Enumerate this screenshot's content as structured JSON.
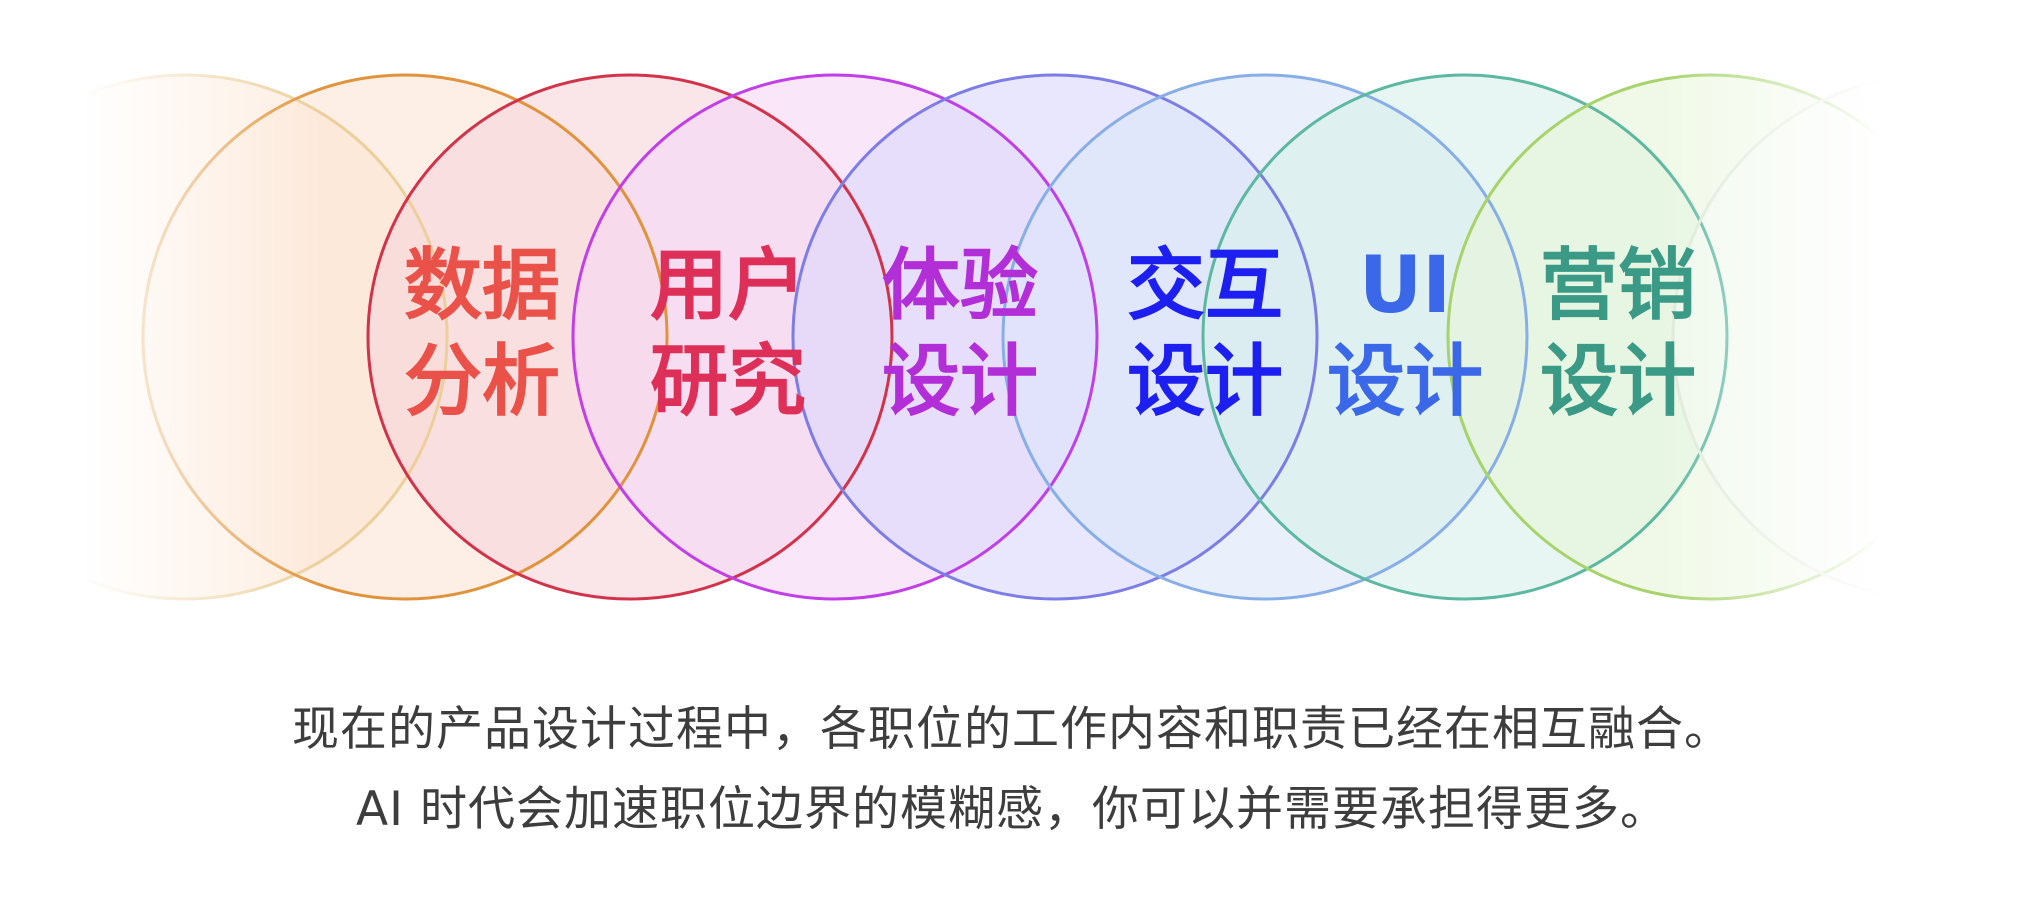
{
  "circles": [
    {
      "id": "fade-left",
      "label": [],
      "stroke": "#eccf9a",
      "fill": "#fde3cf",
      "text_color": ""
    },
    {
      "id": "data-analysis",
      "label": [
        "数据",
        "分析"
      ],
      "stroke": "#e0933a",
      "fill": "#fbe5d5",
      "text_color": "#ea5148"
    },
    {
      "id": "user-research",
      "label": [
        "用户",
        "研究"
      ],
      "stroke": "#d2334a",
      "fill": "#f7d5dc",
      "text_color": "#dd2f57"
    },
    {
      "id": "experience-design",
      "label": [
        "体验",
        "设计"
      ],
      "stroke": "#c03fe8",
      "fill": "#f5d8f6",
      "text_color": "#b22fd8"
    },
    {
      "id": "interaction-design",
      "label": [
        "交互",
        "设计"
      ],
      "stroke": "#7c7de6",
      "fill": "#dcd8fb",
      "text_color": "#1d1ff0"
    },
    {
      "id": "ui-design",
      "label": [
        "UI",
        "设计"
      ],
      "stroke": "#88aee8",
      "fill": "#dbe6fa",
      "text_color": "#3a68e8"
    },
    {
      "id": "marketing-design",
      "label": [
        "营销",
        "设计"
      ],
      "stroke": "#5cb8a0",
      "fill": "#d8f0ea",
      "text_color": "#3a9a86"
    },
    {
      "id": "fade-right-green",
      "label": [],
      "stroke": "#a6d36a",
      "fill": "#e6f6d8",
      "text_color": ""
    },
    {
      "id": "fade-right",
      "label": [],
      "stroke": "#dfe9da",
      "fill": "#f4f8f2",
      "text_color": ""
    }
  ],
  "caption": {
    "line1": "现在的产品设计过程中，各职位的工作内容和职责已经在相互融合。",
    "line2": "AI 时代会加速职位边界的模糊感，你可以并需要承担得更多。"
  }
}
